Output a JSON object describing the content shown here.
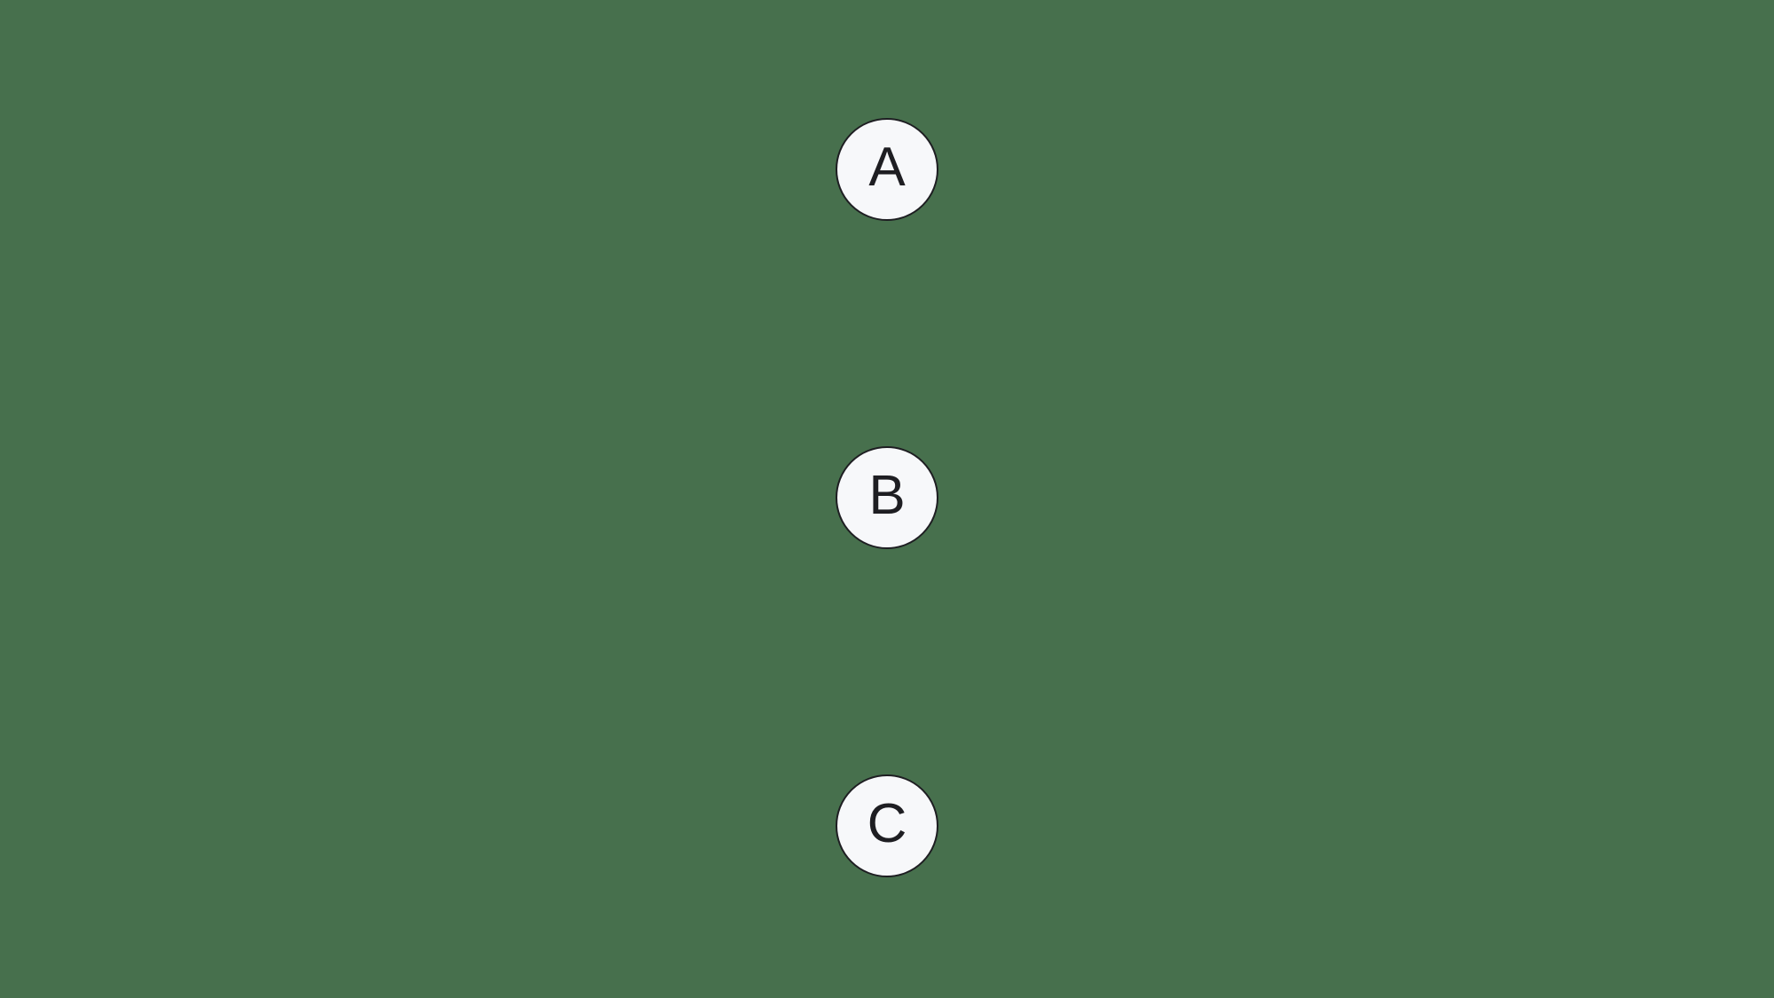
{
  "diagram": {
    "background_color": "#47704d",
    "node_fill_color": "#f7f8fa",
    "node_border_color": "#1e1e22",
    "label_color": "#1e1e22",
    "nodes": [
      {
        "id": "A",
        "label": "A"
      },
      {
        "id": "B",
        "label": "B"
      },
      {
        "id": "C",
        "label": "C"
      }
    ],
    "edges": []
  }
}
